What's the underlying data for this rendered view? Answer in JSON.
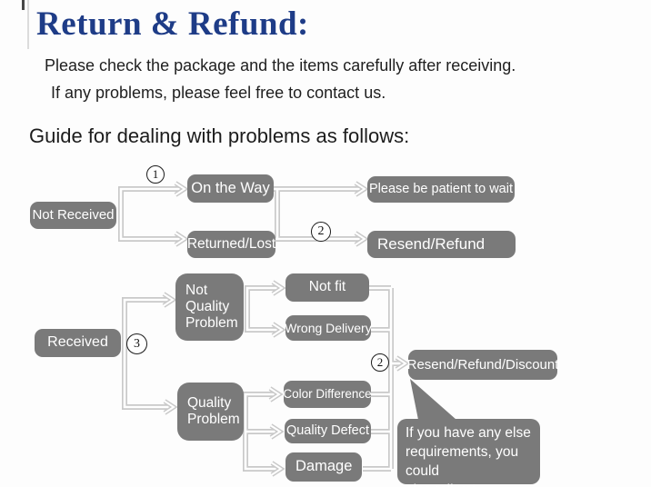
{
  "header": {
    "title": "Return & Refund:",
    "line1": "Please check the package and the items carefully after receiving.",
    "line2": "If any problems, please feel free to contact us.",
    "guide": "Guide for dealing with problems as follows:"
  },
  "colors": {
    "title_navy": "#1e3c87",
    "node_gray": "#7a7a7a",
    "connector_gray": "#c9c9c9",
    "text_dark": "#1f1f1f"
  },
  "nodes": {
    "not_received": "Not Received",
    "on_the_way": "On the Way",
    "returned_lost": "Returned/Lost",
    "please_wait": "Please be patient to wait",
    "resend_refund": "Resend/Refund",
    "received": "Received",
    "not_quality_problem": "Not\nQuality\nProblem",
    "not_fit": "Not fit",
    "wrong_delivery": "Wrong Delivery",
    "quality_problem": "Quality\nProblem",
    "color_difference": "Color Difference",
    "quality_defect": "Quality Defect",
    "damage": "Damage",
    "resend_refund_discount": "Resend/Refund/Discount",
    "note_bubble": "If you have any else\nrequirements, you could\nalso tell us!"
  },
  "step_markers": {
    "one": "1",
    "two_top": "2",
    "three": "3",
    "two_bottom": "2"
  }
}
